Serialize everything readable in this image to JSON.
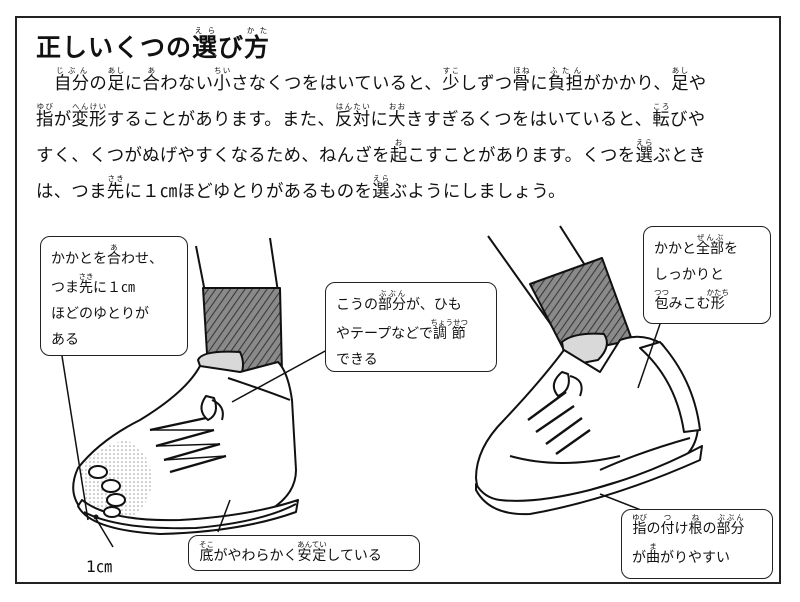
{
  "title": {
    "t1": "正しいくつの",
    "t2": "選",
    "t2_ruby": "えら",
    "t3": "び",
    "t4": "方",
    "t4_ruby": "かた"
  },
  "paragraph": {
    "l1": [
      {
        "t": "自分",
        "r": "じぶん"
      },
      {
        "t": "の"
      },
      {
        "t": "足",
        "r": "あし"
      },
      {
        "t": "に"
      },
      {
        "t": "合",
        "r": "あ"
      },
      {
        "t": "わない"
      },
      {
        "t": "小",
        "r": "ちい"
      },
      {
        "t": "さなくつをはいていると、"
      },
      {
        "t": "少",
        "r": "すこ"
      },
      {
        "t": "しずつ"
      },
      {
        "t": "骨",
        "r": "ほね"
      },
      {
        "t": "に"
      },
      {
        "t": "負担",
        "r": "ふたん"
      },
      {
        "t": "がかかり、"
      },
      {
        "t": "足",
        "r": "あし"
      },
      {
        "t": "や"
      }
    ],
    "l2": [
      {
        "t": "指",
        "r": "ゆび"
      },
      {
        "t": "が"
      },
      {
        "t": "変形",
        "r": "へんけい"
      },
      {
        "t": "することがあります。また、"
      },
      {
        "t": "反対",
        "r": "はんたい"
      },
      {
        "t": "に"
      },
      {
        "t": "大",
        "r": "おお"
      },
      {
        "t": "きすぎるくつをはいていると、"
      },
      {
        "t": "転",
        "r": "ころ"
      },
      {
        "t": "びや"
      }
    ],
    "l3": [
      {
        "t": "すく、くつがぬげやすくなるため、ねんざを"
      },
      {
        "t": "起",
        "r": "お"
      },
      {
        "t": "こすことがあります。くつを"
      },
      {
        "t": "選",
        "r": "えら"
      },
      {
        "t": "ぶとき"
      }
    ],
    "l4": [
      {
        "t": "は、つま"
      },
      {
        "t": "先",
        "r": "さき"
      },
      {
        "t": "に１㎝ほどゆとりがあるものを"
      },
      {
        "t": "選",
        "r": "えら"
      },
      {
        "t": "ぶようにしましょう。"
      }
    ]
  },
  "callouts": {
    "heel_toe": {
      "l1": [
        {
          "t": "かかとを"
        },
        {
          "t": "合",
          "r": "あ"
        },
        {
          "t": "わせ、"
        }
      ],
      "l2": [
        {
          "t": "つま"
        },
        {
          "t": "先",
          "r": "さき"
        },
        {
          "t": "に１㎝"
        }
      ],
      "l3": [
        {
          "t": "ほどのゆとりが"
        }
      ],
      "l4": [
        {
          "t": "ある"
        }
      ]
    },
    "adjust": {
      "l1": [
        {
          "t": "こうの"
        },
        {
          "t": "部分",
          "r": "ぶぶん"
        },
        {
          "t": "が、ひも"
        }
      ],
      "l2": [
        {
          "t": "やテープなどで"
        },
        {
          "t": "調節",
          "r": "ちょうせつ"
        }
      ],
      "l3": [
        {
          "t": "できる"
        }
      ]
    },
    "wrap": {
      "l1": [
        {
          "t": "かかと"
        },
        {
          "t": "全部",
          "r": "ぜんぶ"
        },
        {
          "t": "を"
        }
      ],
      "l2": [
        {
          "t": "しっかりと"
        }
      ],
      "l3": [
        {
          "t": "包",
          "r": "つつ"
        },
        {
          "t": "みこむ"
        },
        {
          "t": "形",
          "r": "かたち"
        }
      ]
    },
    "sole": {
      "l1": [
        {
          "t": "底",
          "r": "そこ"
        },
        {
          "t": "がやわらかく"
        },
        {
          "t": "安定",
          "r": "あんてい"
        },
        {
          "t": "している"
        }
      ]
    },
    "bend": {
      "l1": [
        {
          "t": "指",
          "r": "ゆび"
        },
        {
          "t": "の"
        },
        {
          "t": "付",
          "r": "つ"
        },
        {
          "t": "け"
        },
        {
          "t": "根",
          "r": "ね"
        },
        {
          "t": "の"
        },
        {
          "t": "部分",
          "r": "ぶぶん"
        }
      ],
      "l2": [
        {
          "t": "が"
        },
        {
          "t": "曲",
          "r": "ま"
        },
        {
          "t": "がりやすい"
        }
      ]
    }
  },
  "labels": {
    "one_cm": "1㎝"
  },
  "colors": {
    "ink": "#111111",
    "sock": "#555555",
    "toe_dots": "#bbbbbb"
  },
  "icons": {
    "left_shoe": "sneaker-side-illustration",
    "right_shoe": "sneaker-flex-illustration"
  }
}
